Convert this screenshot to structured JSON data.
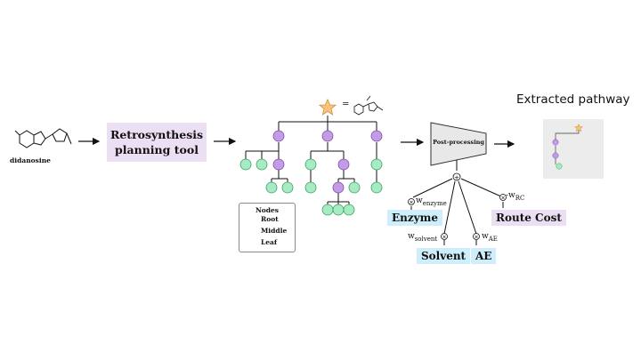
{
  "input": {
    "molecule_label": "didanosine"
  },
  "retrosynthesis": {
    "line1": "Retrosynthesis",
    "line2": "planning tool"
  },
  "tree": {
    "equals_sign": "="
  },
  "legend": {
    "title": "Nodes",
    "root": "Root",
    "middle": "Middle",
    "leaf": "Leaf"
  },
  "postprocessing": {
    "label": "Post-processing",
    "sum_symbol": "+",
    "product_symbol": "×"
  },
  "weights": {
    "enzyme": {
      "label": "Enzyme",
      "symbol": "w",
      "subscript": "enzyme"
    },
    "solvent": {
      "label": "Solvent",
      "symbol": "w",
      "subscript": "solvent"
    },
    "ae": {
      "label": "AE",
      "symbol": "w",
      "subscript": "AE"
    },
    "route_cost": {
      "label": "Route Cost",
      "symbol": "w",
      "subscript": "RC",
      "sign": "-"
    }
  },
  "output": {
    "title": "Extracted pathway"
  },
  "colors": {
    "root": "#f9c27a",
    "middle": "#c39be6",
    "leaf": "#a7ebc2",
    "blue_box": "#cdeefa",
    "purple_box": "#ebdff4",
    "pathway_bg": "#ececec"
  }
}
